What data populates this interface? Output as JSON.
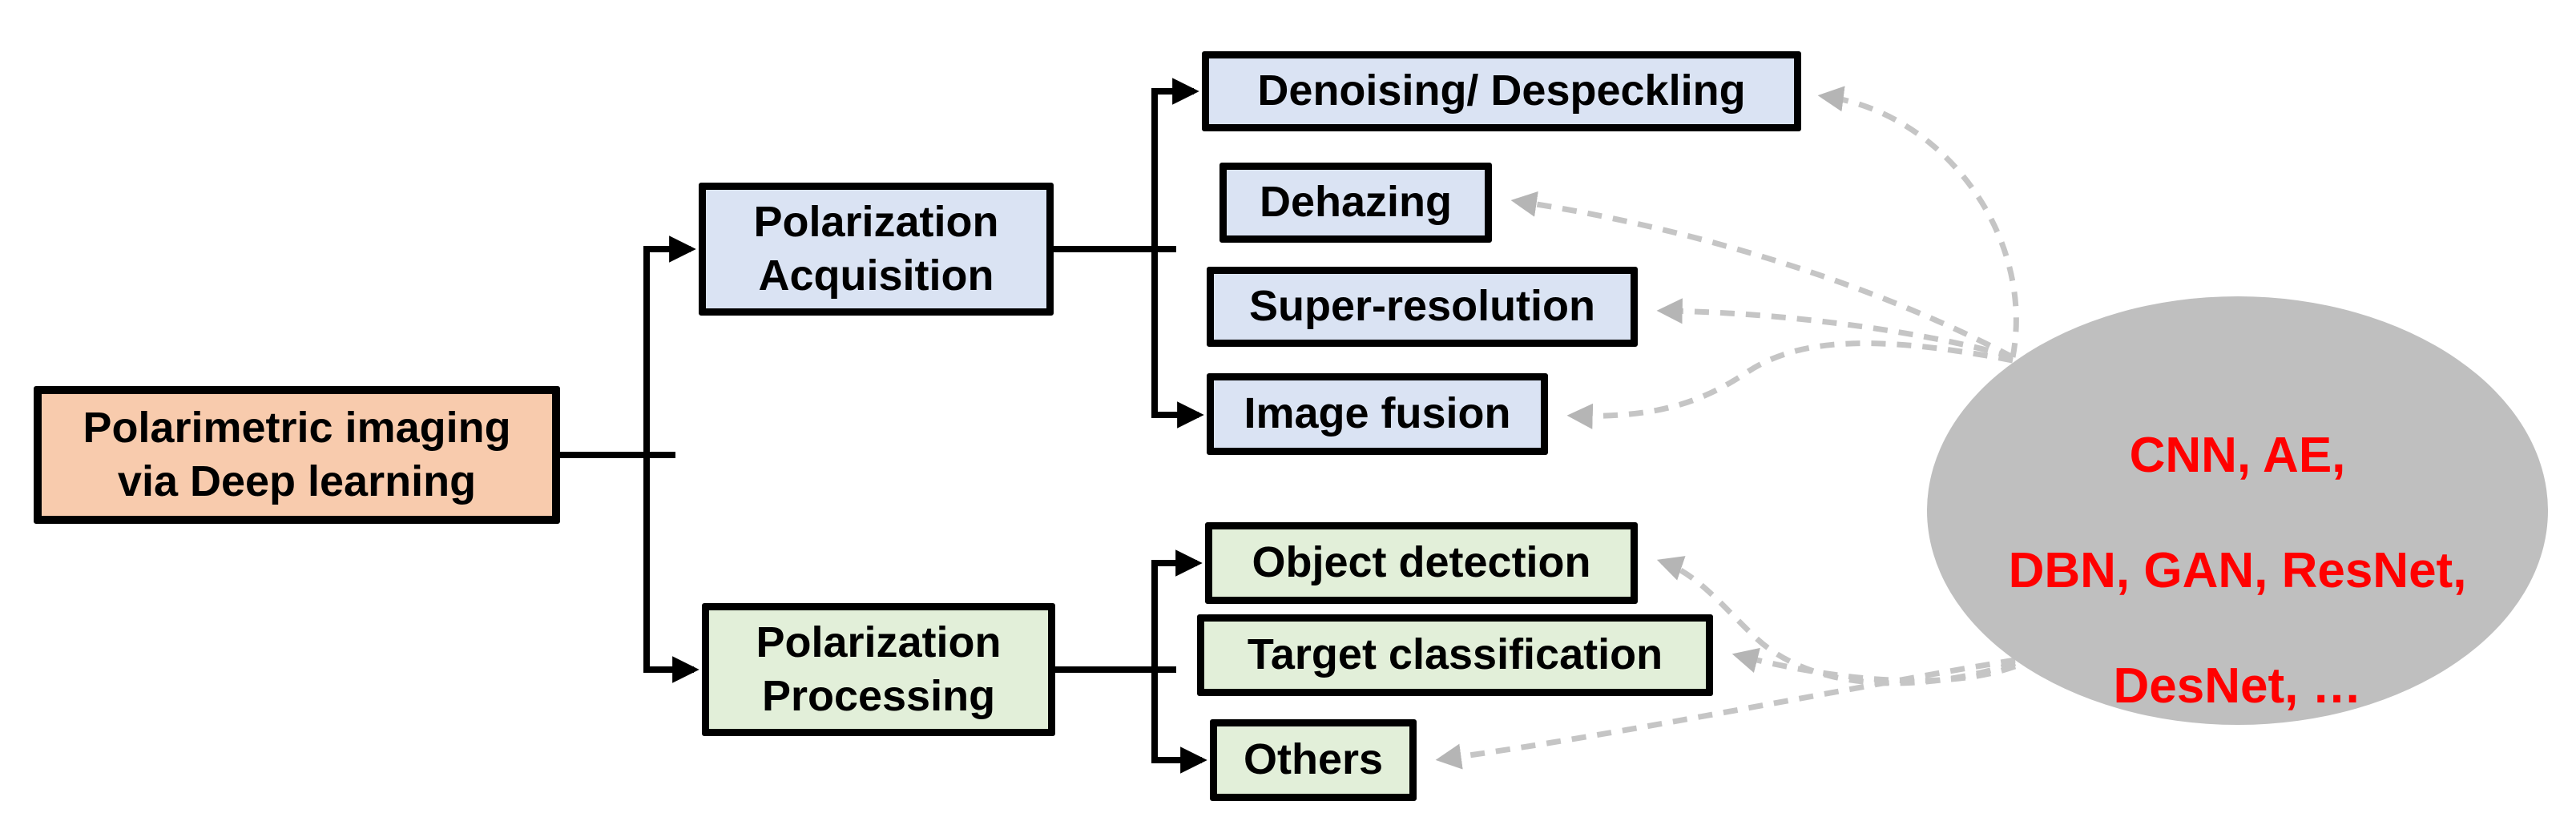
{
  "diagram": {
    "type": "taxonomy-flowchart",
    "root": {
      "line1": "Polarimetric imaging",
      "line2": "via Deep learning"
    },
    "acquisition": {
      "line1": "Polarization",
      "line2": "Acquisition"
    },
    "processing": {
      "line1": "Polarization",
      "line2": "Processing"
    },
    "leaves": {
      "denoising": {
        "label": "Denoising/ Despeckling"
      },
      "dehazing": {
        "label": "Dehazing"
      },
      "superres": {
        "label": "Super-resolution"
      },
      "fusion": {
        "label": "Image fusion"
      },
      "objdet": {
        "label": "Object detection"
      },
      "target": {
        "label": "Target classification"
      },
      "others": {
        "label": "Others"
      }
    },
    "ellipse": {
      "line1": "CNN, AE,",
      "line2": "DBN, GAN, ResNet,",
      "line3": "DesNet, …"
    },
    "edges": {
      "solid": [
        "root → Polarization Acquisition",
        "root → Polarization Processing",
        "Polarization Acquisition → Denoising/ Despeckling",
        "Polarization Acquisition → Image fusion",
        "Polarization Processing → Object detection",
        "Polarization Processing → Others"
      ],
      "dashed_from_ellipse": [
        "Denoising/ Despeckling",
        "Dehazing",
        "Super-resolution",
        "Image fusion",
        "Object detection",
        "Target classification",
        "Others"
      ]
    },
    "colors": {
      "root_fill": "#F8CBAD",
      "acquisition_fill": "#DAE3F3",
      "processing_fill": "#E2EFD9",
      "ellipse_fill": "#BFBFBF",
      "ellipse_text": "#FF0000",
      "solid_connector": "#000000",
      "dashed_connector": "#C5C5C5"
    }
  }
}
